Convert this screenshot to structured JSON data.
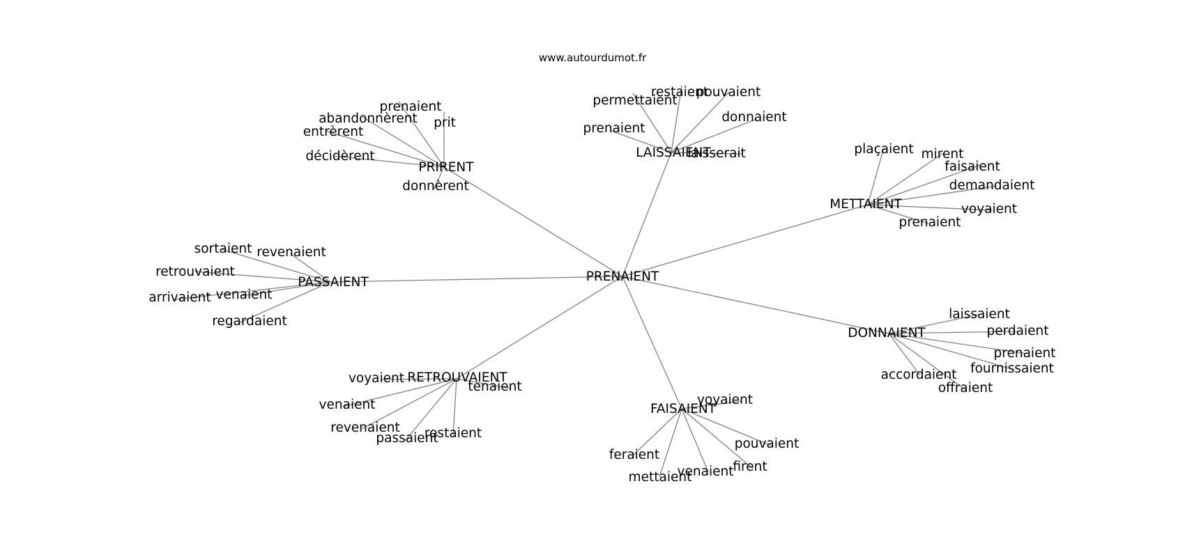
{
  "watermark": "www.autourdumot.fr",
  "root": "PRENAIENT",
  "groups": [
    {
      "hub": "PRIRENT",
      "leaves": [
        "prenaient",
        "prit",
        "abandonnèrent",
        "entrèrent",
        "décidèrent",
        "donnèrent"
      ]
    },
    {
      "hub": "LAISSAIENT",
      "leaves": [
        "restaient",
        "permettaient",
        "pouvaient",
        "donnaient",
        "prenaient",
        "laisserait"
      ]
    },
    {
      "hub": "METTAIENT",
      "leaves": [
        "plaçaient",
        "mirent",
        "faisaient",
        "demandaient",
        "voyaient",
        "prenaient"
      ]
    },
    {
      "hub": "PASSAIENT",
      "leaves": [
        "sortaient",
        "revenaient",
        "retrouvaient",
        "venaient",
        "arrivaient",
        "regardaient"
      ]
    },
    {
      "hub": "DONNAIENT",
      "leaves": [
        "laissaient",
        "perdaient",
        "prenaient",
        "fournissaient",
        "accordaient",
        "offraient"
      ]
    },
    {
      "hub": "RETROUVAIENT",
      "leaves": [
        "voyaient",
        "tenaient",
        "venaient",
        "revenaient",
        "passaient",
        "restaient"
      ]
    },
    {
      "hub": "FAISAIENT",
      "leaves": [
        "voyaient",
        "pouvaient",
        "feraient",
        "firent",
        "venaient",
        "mettaient"
      ]
    }
  ]
}
